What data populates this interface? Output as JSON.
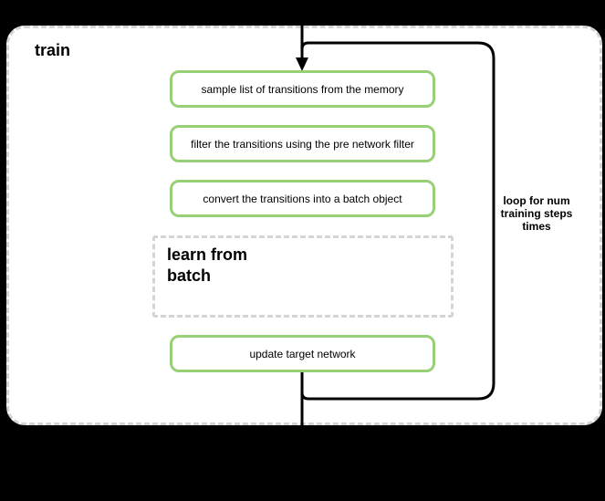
{
  "diagram": {
    "title": "train",
    "loop_label": "loop for num\ntraining steps\ntimes",
    "steps": [
      {
        "label": "sample list of transitions from the memory"
      },
      {
        "label": "filter the transitions using the pre network filter"
      },
      {
        "label": "convert the transitions into a batch object"
      }
    ],
    "subprocess": {
      "label": "learn from\nbatch"
    },
    "final_step": {
      "label": "update target network"
    },
    "colors": {
      "step_border": "#97d077",
      "dashed_border": "#d4d4d4",
      "line": "#000000",
      "background": "#000000",
      "container_fill": "#ffffff"
    }
  }
}
